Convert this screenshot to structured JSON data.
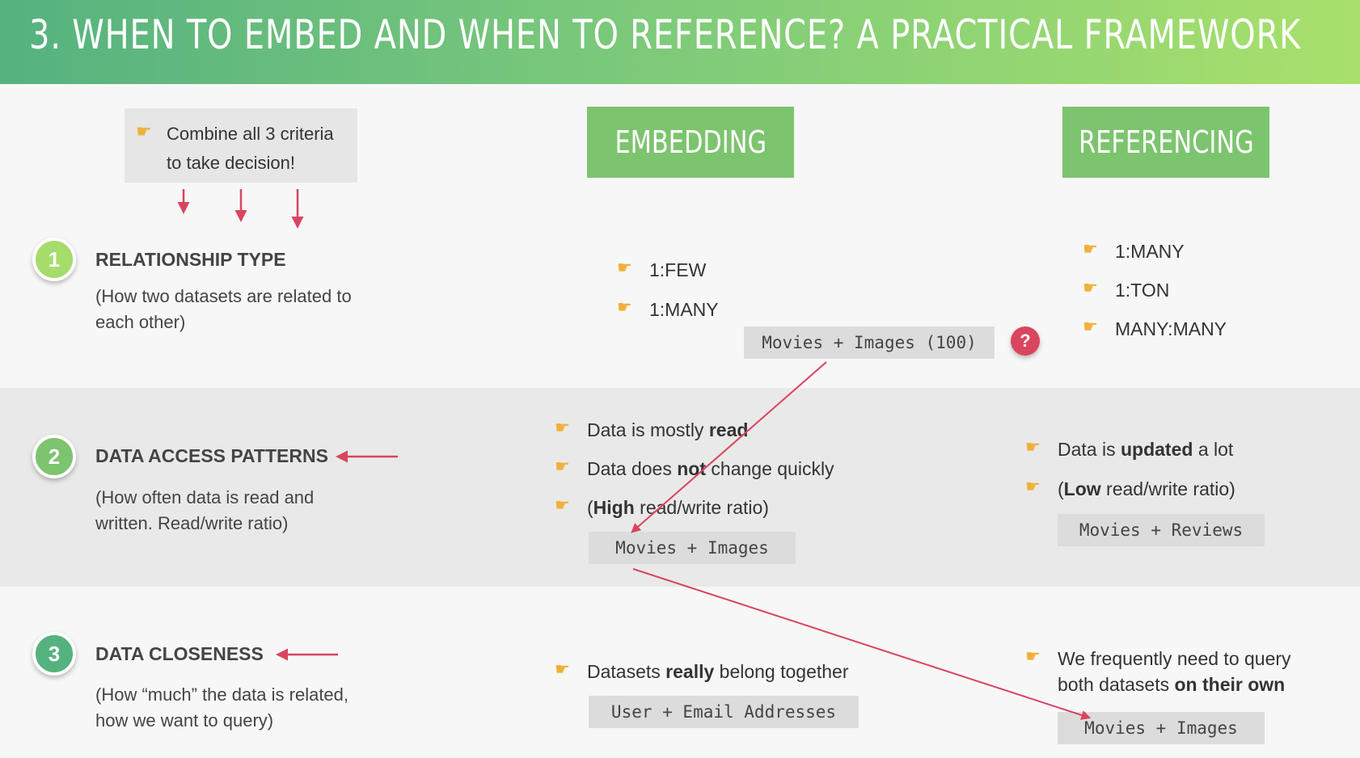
{
  "title": "3. WHEN TO EMBED AND WHEN TO REFERENCE? A PRACTICAL FRAMEWORK",
  "tip": "Combine all 3 criteria to take decision!",
  "columns": {
    "embedding": "EMBEDDING",
    "referencing": "REFERENCING"
  },
  "criteria": [
    {
      "number": "1",
      "title": "RELATIONSHIP TYPE",
      "description": "(How two datasets are related to each other)"
    },
    {
      "number": "2",
      "title": "DATA ACCESS PATTERNS",
      "description": "(How often data is read and written. Read/write ratio)"
    },
    {
      "number": "3",
      "title": "DATA CLOSENESS",
      "description": "(How “much” the data is related, how we want to query)"
    }
  ],
  "embedding": {
    "relationship": {
      "b1": "1:FEW",
      "b2": "1:MANY",
      "example": "Movies + Images (100)"
    },
    "access": {
      "b1_pre": "Data is mostly ",
      "b1_bold": "read",
      "b2_pre": "Data does ",
      "b2_bold": "not",
      "b2_post": " change quickly",
      "b3_pre": "(",
      "b3_bold": "High",
      "b3_post": " read/write ratio)",
      "example": "Movies + Images"
    },
    "closeness": {
      "b1_pre": "Datasets ",
      "b1_bold": "really",
      "b1_post": " belong together",
      "example": "User + Email Addresses"
    }
  },
  "referencing": {
    "relationship": {
      "b1": "1:MANY",
      "b2": "1:TON",
      "b3": "MANY:MANY"
    },
    "access": {
      "b1_pre": "Data is ",
      "b1_bold": "updated",
      "b1_post": " a lot",
      "b2_pre": "(",
      "b2_bold": "Low",
      "b2_post": " read/write ratio)",
      "example": "Movies + Reviews"
    },
    "closeness": {
      "b1_line1": "We frequently need to query",
      "b1_line2_pre": "both datasets ",
      "b1_line2_bold": "on their own",
      "example": "Movies + Images"
    }
  },
  "question_badge": "?",
  "colors": {
    "accent_red": "#d9455f",
    "green_header": "#7dc46f",
    "hand_yellow": "#f0b03a"
  },
  "icons": [
    "pointing-hand-icon",
    "arrow-down-icon",
    "arrow-left-icon",
    "question-icon"
  ]
}
